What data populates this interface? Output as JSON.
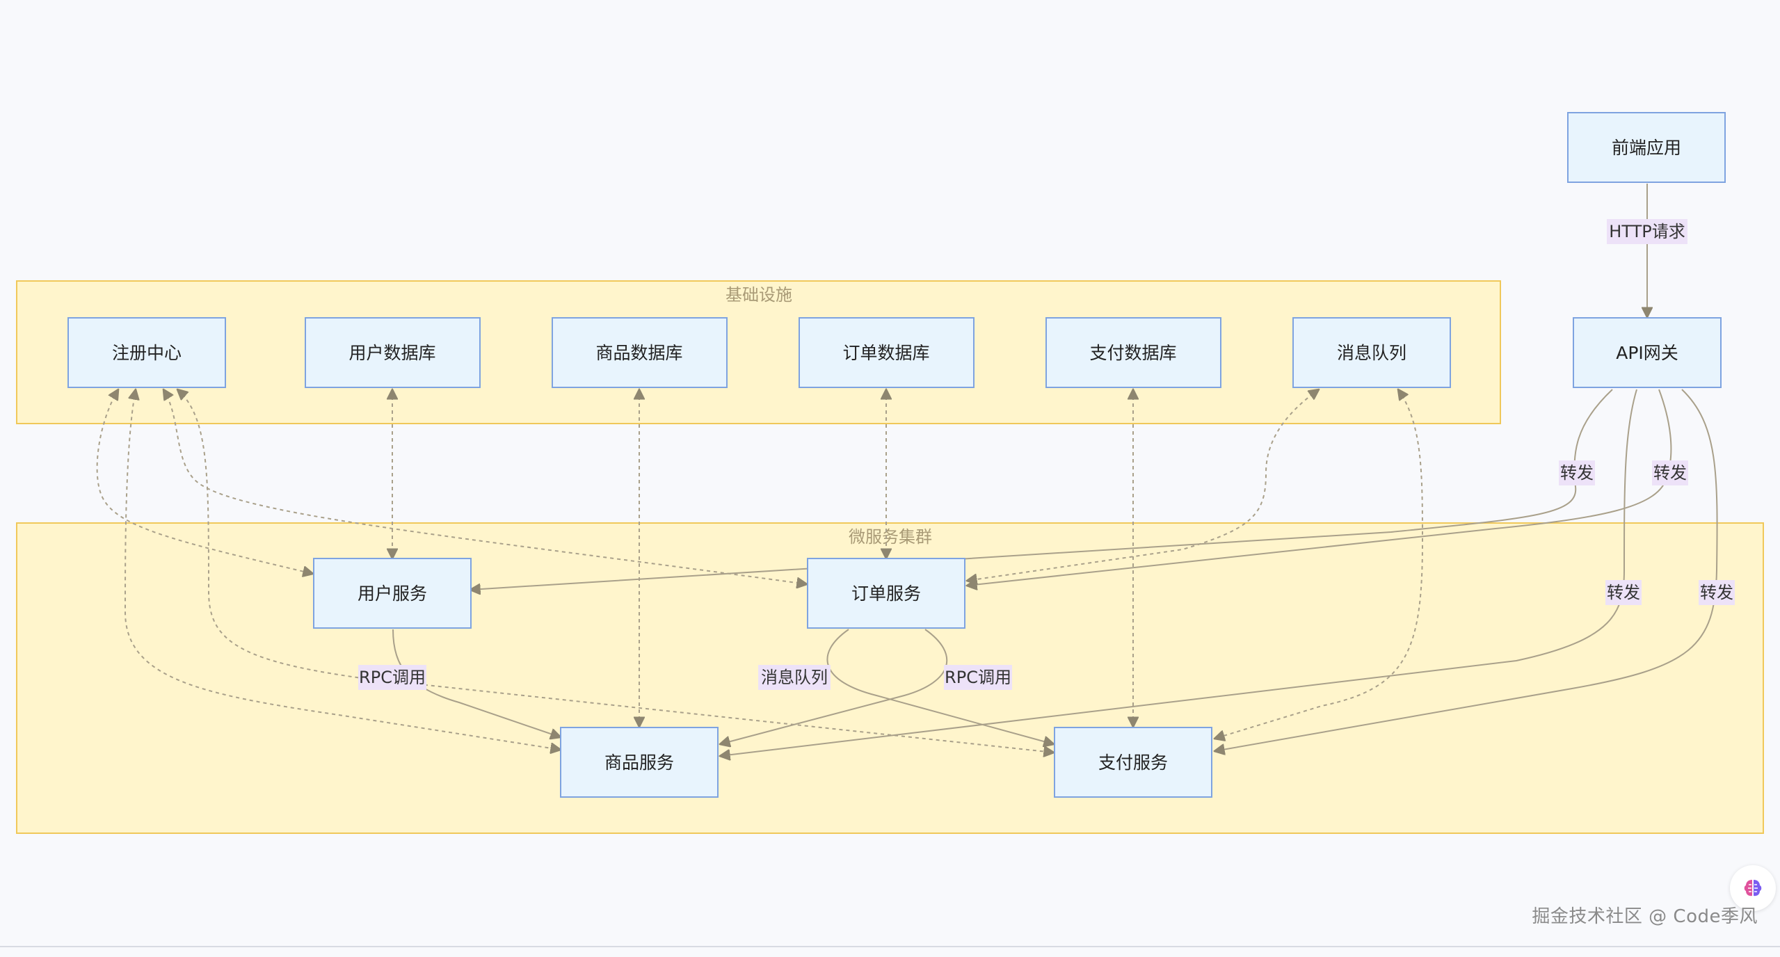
{
  "diagram": {
    "groups": {
      "infrastructure": "基础设施",
      "microservices": "微服务集群"
    },
    "nodes": {
      "frontend": "前端应用",
      "gateway": "API网关",
      "registry": "注册中心",
      "user_db": "用户数据库",
      "product_db": "商品数据库",
      "order_db": "订单数据库",
      "payment_db": "支付数据库",
      "mq": "消息队列",
      "user_svc": "用户服务",
      "order_svc": "订单服务",
      "product_svc": "商品服务",
      "payment_svc": "支付服务"
    },
    "edge_labels": {
      "http": "HTTP请求",
      "fwd1": "转发",
      "fwd2": "转发",
      "fwd3": "转发",
      "fwd4": "转发",
      "rpc1": "RPC调用",
      "mq": "消息队列",
      "rpc2": "RPC调用"
    },
    "colors": {
      "node_fill": "#e8f4fd",
      "node_stroke": "#7ea3e0",
      "group_fill": "#fff5cc",
      "group_stroke": "#f0c85a",
      "edge": "#a9a08a",
      "label_bg": "#ede2f8"
    }
  },
  "footer": {
    "watermark": "掘金技术社区 @ Code季风"
  },
  "icons": {
    "assistant": "brain-icon"
  }
}
